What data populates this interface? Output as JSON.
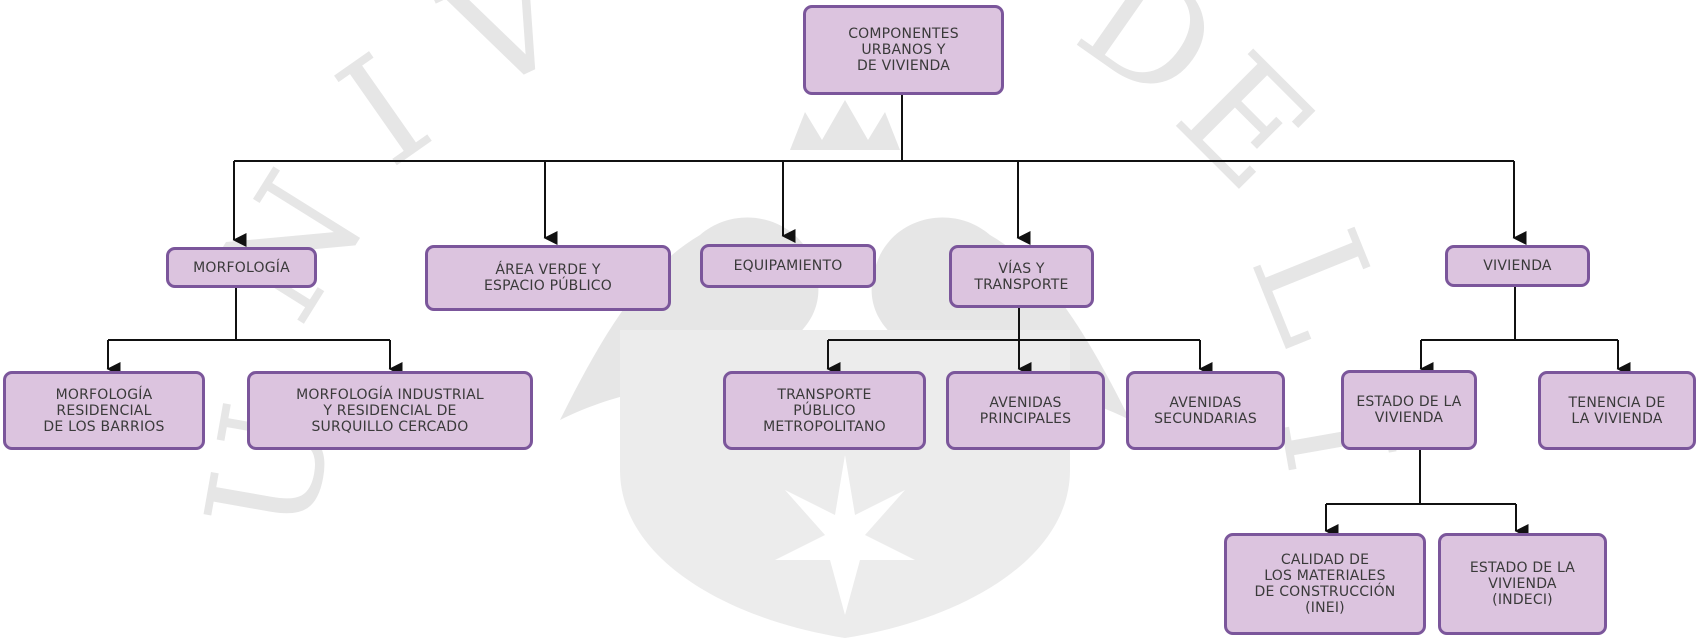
{
  "diagram": {
    "root": "COMPONENTES\nURBANOS Y\nDE VIVIENDA",
    "categories": {
      "morfologia": "MORFOLOGÍA",
      "area_verde": "ÁREA VERDE Y\nESPACIO PÚBLICO",
      "equipamiento": "EQUIPAMIENTO",
      "vias": "VÍAS Y\nTRANSPORTE",
      "vivienda": "VIVIENDA"
    },
    "morfologia_children": [
      "MORFOLOGÍA\nRESIDENCIAL\nDE LOS BARRIOS",
      "MORFOLOGÍA INDUSTRIAL\nY RESIDENCIAL DE\nSURQUILLO CERCADO"
    ],
    "vias_children": [
      "TRANSPORTE\nPÚBLICO\nMETROPOLITANO",
      "AVENIDAS\nPRINCIPALES",
      "AVENIDAS\nSECUNDARIAS"
    ],
    "vivienda_children": [
      "ESTADO DE LA\nVIVIENDA",
      "TENENCIA DE\nLA VIVIENDA"
    ],
    "estado_children": [
      "CALIDAD DE\nLOS MATERIALES\nDE CONSTRUCCIÓN\n(INEI)",
      "ESTADO DE LA\nVIVIENDA\n(INDECI)"
    ]
  },
  "colors": {
    "node_fill": "#dcc4df",
    "node_border": "#7b569b",
    "connector": "#111111",
    "watermark": "#d8d8d8"
  }
}
